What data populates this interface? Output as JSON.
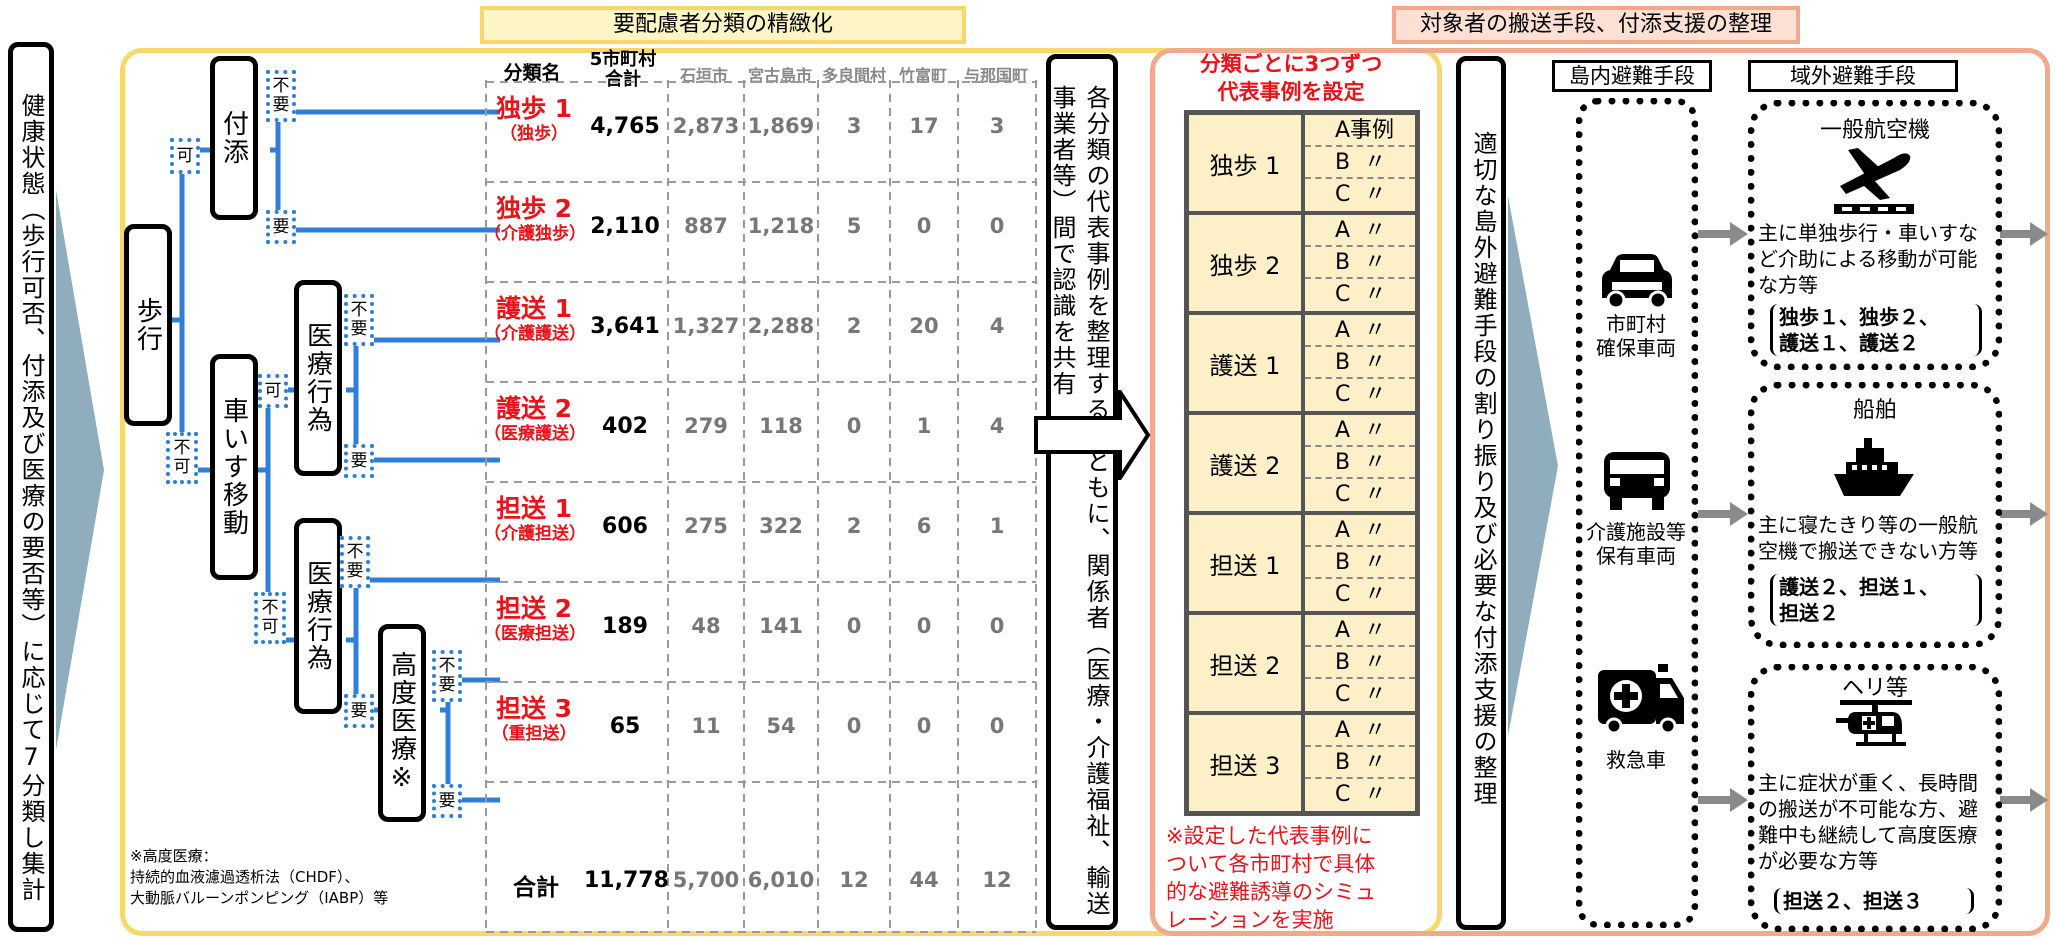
{
  "headers": {
    "left": "要配慮者分類の精緻化",
    "right": "対象者の搬送手段、付添支援の整理"
  },
  "left_side": "健康状態（歩行可否、付添及び医療の要否等）に応じて7分類し集計",
  "tree": {
    "walk": "歩行",
    "attend": "付添",
    "wheel": "車いす移動",
    "med1": "医療行為",
    "med2": "医療行為",
    "hmed": "高度医療※",
    "labels": {
      "ok": "可",
      "ng": "不可",
      "no_need": "不要",
      "need": "要"
    }
  },
  "table": {
    "col_headers": {
      "category": "分類名",
      "total": "5市町村合計",
      "c1": "石垣市",
      "c2": "宮古島市",
      "c3": "多良間村",
      "c4": "竹富町",
      "c5": "与那国町"
    },
    "rows": [
      {
        "name": "独歩 1",
        "sub": "（独歩）",
        "total": "4,765",
        "c1": "2,873",
        "c2": "1,869",
        "c3": "3",
        "c4": "17",
        "c5": "3"
      },
      {
        "name": "独歩 2",
        "sub": "（介護独歩）",
        "total": "2,110",
        "c1": "887",
        "c2": "1,218",
        "c3": "5",
        "c4": "0",
        "c5": "0"
      },
      {
        "name": "護送 1",
        "sub": "（介護護送）",
        "total": "3,641",
        "c1": "1,327",
        "c2": "2,288",
        "c3": "2",
        "c4": "20",
        "c5": "4"
      },
      {
        "name": "護送 2",
        "sub": "（医療護送）",
        "total": "402",
        "c1": "279",
        "c2": "118",
        "c3": "0",
        "c4": "1",
        "c5": "4"
      },
      {
        "name": "担送 1",
        "sub": "（介護担送）",
        "total": "606",
        "c1": "275",
        "c2": "322",
        "c3": "2",
        "c4": "6",
        "c5": "1"
      },
      {
        "name": "担送 2",
        "sub": "（医療担送）",
        "total": "189",
        "c1": "48",
        "c2": "141",
        "c3": "0",
        "c4": "0",
        "c5": "0"
      },
      {
        "name": "担送 3",
        "sub": "（重担送）",
        "total": "65",
        "c1": "11",
        "c2": "54",
        "c3": "0",
        "c4": "0",
        "c5": "0"
      }
    ],
    "sum": {
      "name": "合計",
      "total": "11,778",
      "c1": "5,700",
      "c2": "6,010",
      "c3": "12",
      "c4": "44",
      "c5": "12"
    }
  },
  "footnote": [
    "※高度医療：",
    "持続的血液濾過透析法（CHDF）、",
    "大動脈バルーンポンピング（IABP）等"
  ],
  "middle_text": "各分類の代表事例を整理するとともに、関係者（医療・介護福祉、輸送事業者等）間で認識を共有",
  "examples": {
    "title": [
      "分類ごとに3つずつ",
      "代表事例を設定"
    ],
    "rows": [
      "独歩 1",
      "独歩 2",
      "護送 1",
      "護送 2",
      "担送 1",
      "担送 2",
      "担送 3"
    ],
    "first_label": "A事例",
    "letters": [
      "A",
      "B",
      "C"
    ],
    "ditto": "〃",
    "note": [
      "※設定した代表事例に",
      "ついて各市町村で具体",
      "的な避難誘導のシミュ",
      "レーションを実施"
    ]
  },
  "right_side": "適切な島外避難手段の割り振り及び必要な付添支援の整理",
  "island": {
    "header": "島内避難手段",
    "items": [
      {
        "label": [
          "市町村",
          "確保車両"
        ],
        "icon": "car-icon"
      },
      {
        "label": [
          "介護施設等",
          "保有車両"
        ],
        "icon": "van-icon"
      },
      {
        "label": [
          "救急車"
        ],
        "icon": "ambulance-icon"
      }
    ]
  },
  "outside": {
    "header": "域外避難手段",
    "items": [
      {
        "title": "一般航空機",
        "icon": "airplane-icon",
        "desc": [
          "主に単独歩行・車いすな",
          "ど介助による移動が可能",
          "な方等"
        ],
        "targets": [
          "独歩１、独歩２、",
          "護送１、護送２"
        ]
      },
      {
        "title": "船舶",
        "icon": "ship-icon",
        "desc": [
          "主に寝たきり等の一般航",
          "空機で搬送できない方等"
        ],
        "targets": [
          "護送２、担送１、",
          "担送２"
        ]
      },
      {
        "title": "ヘリ等",
        "icon": "helicopter-icon",
        "desc": [
          "主に症状が重く、長時間",
          "の搬送が不可能な方、避",
          "難中も継続して高度医療",
          "が必要な方等"
        ],
        "targets": [
          "担送２、担送３"
        ]
      }
    ]
  },
  "colors": {
    "red": "#e8141a",
    "blue": "#2d7fd8",
    "yellow": "#f7d86a",
    "orange": "#f0a98a",
    "cream": "#fdf0c8"
  }
}
